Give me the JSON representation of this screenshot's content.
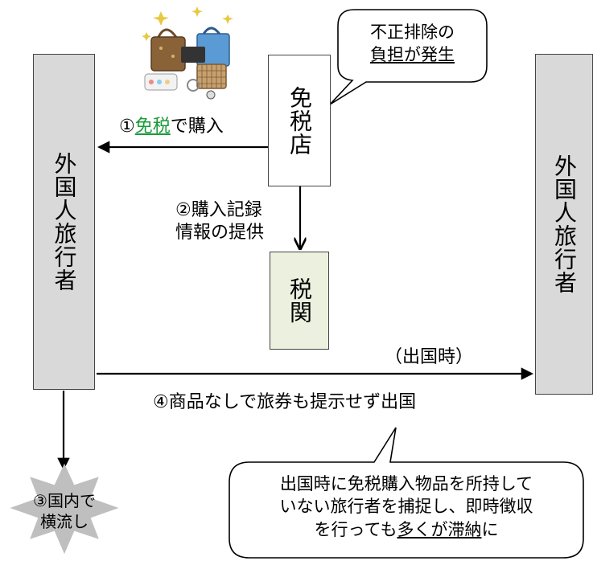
{
  "traveler_left_label": "外国人旅行者",
  "traveler_right_label": "外国人旅行者",
  "store_label": "免税店",
  "customs_label": "税関",
  "step1_prefix": "①",
  "step1_highlight": "免税",
  "step1_suffix": "で購入",
  "step2_line1": "②購入記録",
  "step2_line2": "情報の提供",
  "step3_line1": "③国内で",
  "step3_line2": "横流し",
  "step4_label": "④商品なしで旅券も提示せず出国",
  "departure_label": "（出国時）",
  "store_bubble_line1": "不正排除の",
  "store_bubble_line2": "負担が発生",
  "bottom_bubble_line1": "出国時に免税購入物品を所持して",
  "bottom_bubble_line2": "いない旅行者を捕捉し、即時徴収",
  "bottom_bubble_line3_a": "を行っても",
  "bottom_bubble_line3_b": "多くが滞納",
  "bottom_bubble_line3_c": "に",
  "colors": {
    "traveler_fill": "#d9d9d9",
    "store_fill": "#ffffff",
    "customs_fill": "#ebf1de",
    "starburst_fill": "#bfbfbf",
    "highlight_green": "#1a9b3a"
  }
}
